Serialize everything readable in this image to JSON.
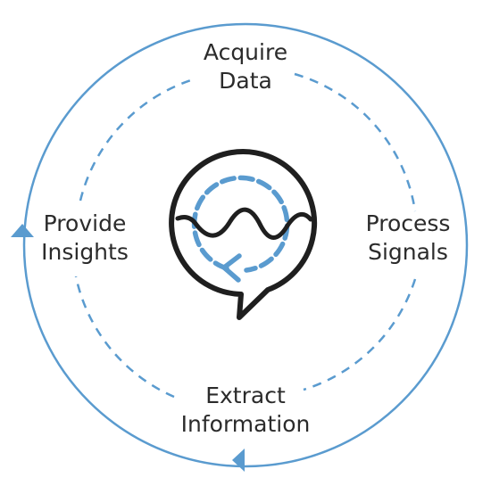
{
  "diagram": {
    "stages": [
      {
        "id": "acquire",
        "lines": [
          "Acquire",
          "Data"
        ]
      },
      {
        "id": "process",
        "lines": [
          "Process",
          "Signals"
        ]
      },
      {
        "id": "extract",
        "lines": [
          "Extract",
          "Information"
        ]
      },
      {
        "id": "insights",
        "lines": [
          "Provide",
          "Insights"
        ]
      }
    ],
    "icons": {
      "center": "speech-bubble-waveform-cycle-icon",
      "arrows": [
        "up-arrowhead-icon",
        "left-arrowhead-icon"
      ]
    },
    "colors": {
      "accent": "#5a9bcf",
      "text": "#2b2b2b",
      "icon_outline": "#1f1f1f"
    }
  }
}
